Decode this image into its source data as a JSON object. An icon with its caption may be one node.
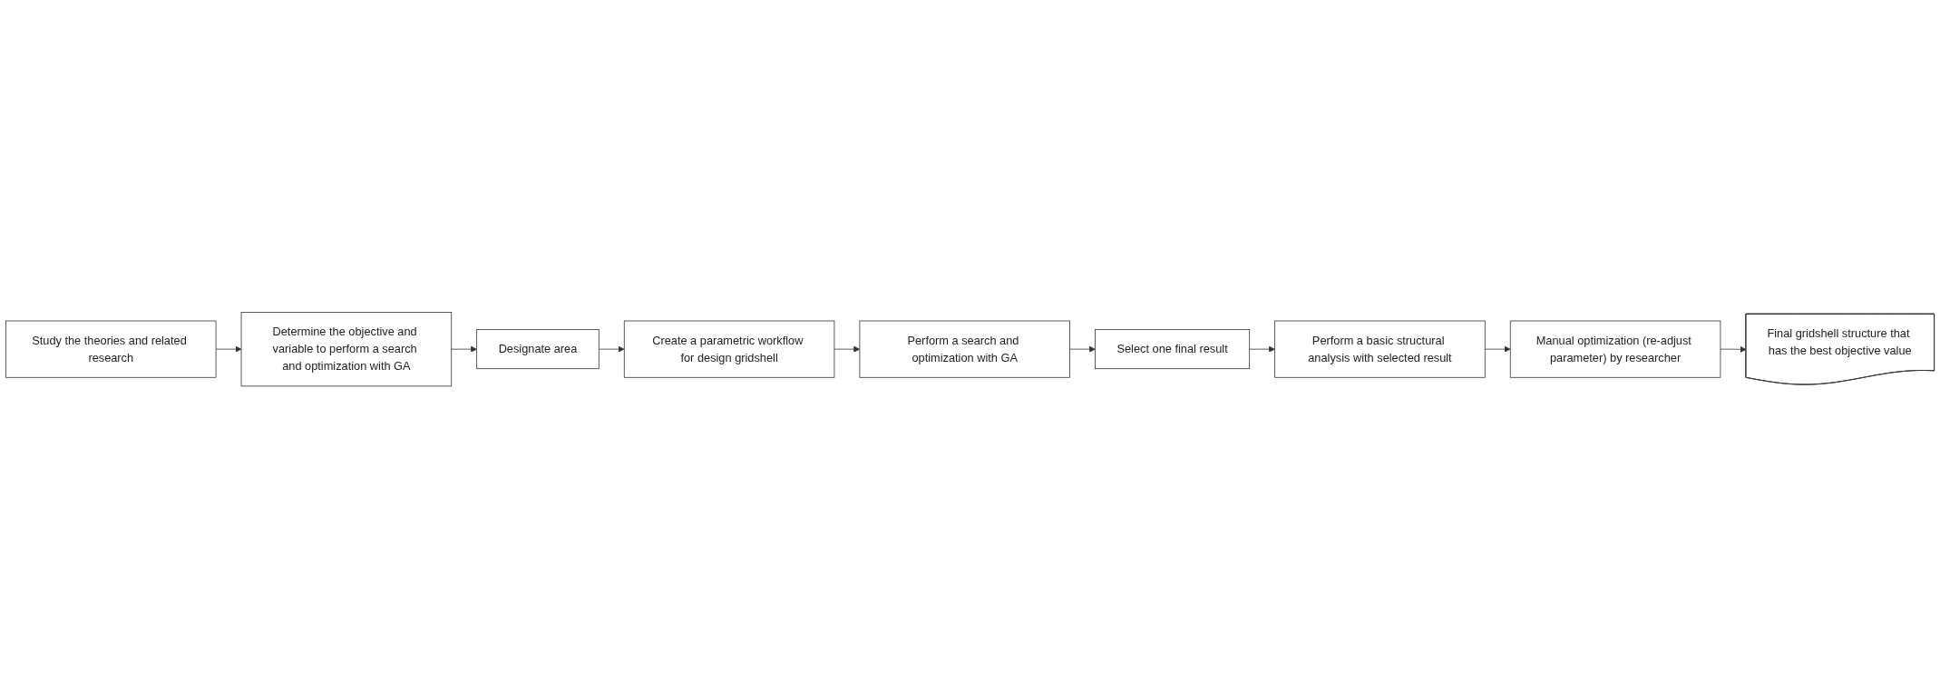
{
  "diagram": {
    "nodes": [
      {
        "text": [
          "Study the theories and related research"
        ]
      },
      {
        "text": [
          "Determine the objective and variable to perform a search and optimization with GA"
        ]
      },
      {
        "text": [
          "Designate area"
        ]
      },
      {
        "text": [
          "Create a parametric workflow for design gridshell"
        ]
      },
      {
        "text": [
          "Perform a search and optimization with GA"
        ]
      },
      {
        "text": [
          "Select one final result"
        ]
      },
      {
        "text": [
          "Perform a basic structural analysis with selected result"
        ]
      },
      {
        "text": [
          "Manual optimization (re-adjust parameter) by researcher"
        ]
      },
      {
        "text": [
          "Final gridshell structure that has the best objective value"
        ]
      }
    ],
    "edges": [
      {
        "from": 0,
        "to": 1,
        "arrow": "to"
      },
      {
        "from": 1,
        "to": 2,
        "arrow": "to"
      },
      {
        "from": 2,
        "to": 3,
        "arrow": "to"
      },
      {
        "from": 3,
        "to": 4,
        "arrow": "to"
      },
      {
        "from": 4,
        "to": 5,
        "arrow": "to"
      },
      {
        "from": 5,
        "to": 6,
        "arrow": "to"
      },
      {
        "from": 6,
        "to": 7,
        "arrow": "to"
      },
      {
        "from": 7,
        "to": 8,
        "arrow": "to"
      }
    ]
  }
}
